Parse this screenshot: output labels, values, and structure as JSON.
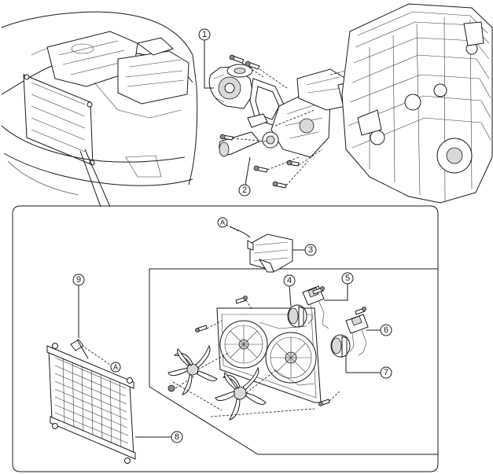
{
  "callouts": {
    "c1": "1",
    "c2": "2",
    "c3": "3",
    "c4": "4",
    "c5": "5",
    "c6": "6",
    "c7": "7",
    "c8": "8",
    "c9": "9",
    "refA_top": "A",
    "refA_bottom": "A"
  }
}
